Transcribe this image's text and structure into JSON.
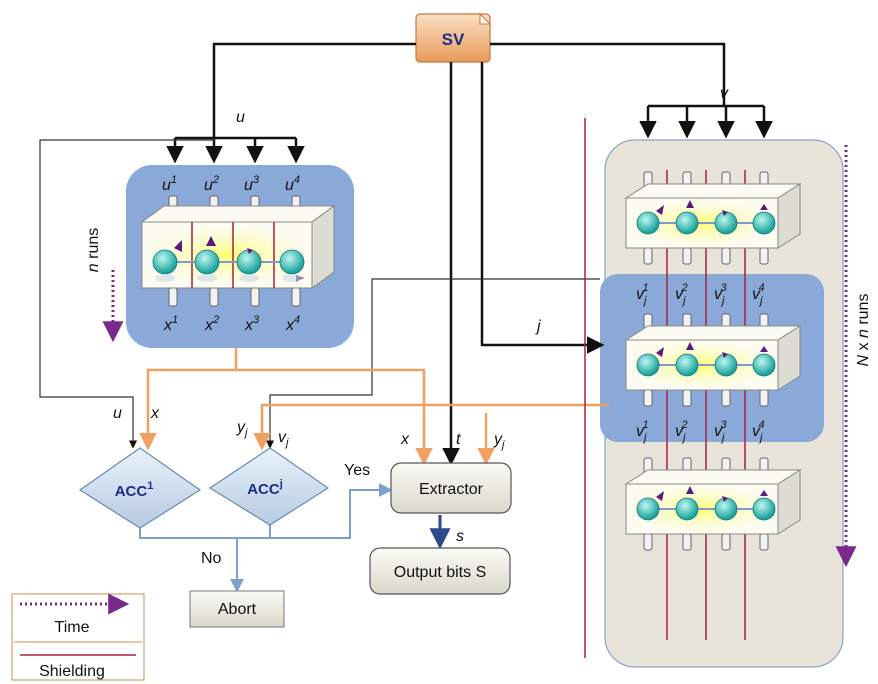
{
  "nodes": {
    "sv": "SV",
    "extractor": "Extractor",
    "output": "Output bits S",
    "abort": "Abort",
    "acc1_base": "ACC",
    "acc1_sup": "1",
    "accj_base": "ACC",
    "accj_sup": "j"
  },
  "edges": {
    "u": "u",
    "v": "v",
    "j": "j",
    "x_acc": "x",
    "u_acc": "u",
    "x_ext": "x",
    "t": "t",
    "s": "s",
    "yes": "Yes",
    "no": "No"
  },
  "left_module": {
    "u_inputs": [
      "u",
      "u",
      "u",
      "u"
    ],
    "u_sups": [
      "1",
      "2",
      "3",
      "4"
    ],
    "x_outputs": [
      "x",
      "x",
      "x",
      "x"
    ],
    "x_sups": [
      "1",
      "2",
      "3",
      "4"
    ],
    "runs_prefix": "n",
    "runs_suffix": " runs"
  },
  "right_module": {
    "v_top": [
      "v",
      "v",
      "v",
      "v"
    ],
    "v_top_sub": [
      "j",
      "j",
      "j",
      "j"
    ],
    "v_top_sup": [
      "1",
      "2",
      "3",
      "4"
    ],
    "v_bottom": [
      "v",
      "v",
      "v",
      "v"
    ],
    "v_bottom_sub": [
      "j",
      "j",
      "j",
      "j"
    ],
    "v_bottom_sup": [
      "1",
      "2",
      "3",
      "4"
    ],
    "runs_prefix": "N",
    "runs_suffix": " x ",
    "runs_n": "n",
    "runs_tail": " runs"
  },
  "acc_inputs": {
    "yj_base": "y",
    "yj_sub": "j",
    "vj_base": "v",
    "vj_sub": "j",
    "yj_ext_base": "y",
    "yj_ext_sub": "j"
  },
  "legend": {
    "time": "Time",
    "shielding": "Shielding"
  },
  "colors": {
    "orange": "#f0a060",
    "blue_arrow": "#7ea0cc",
    "time": "#7a2a8a",
    "shielding": "#a82040",
    "module_blue": "#8aa8d8",
    "module_beige": "#e8e4da"
  }
}
